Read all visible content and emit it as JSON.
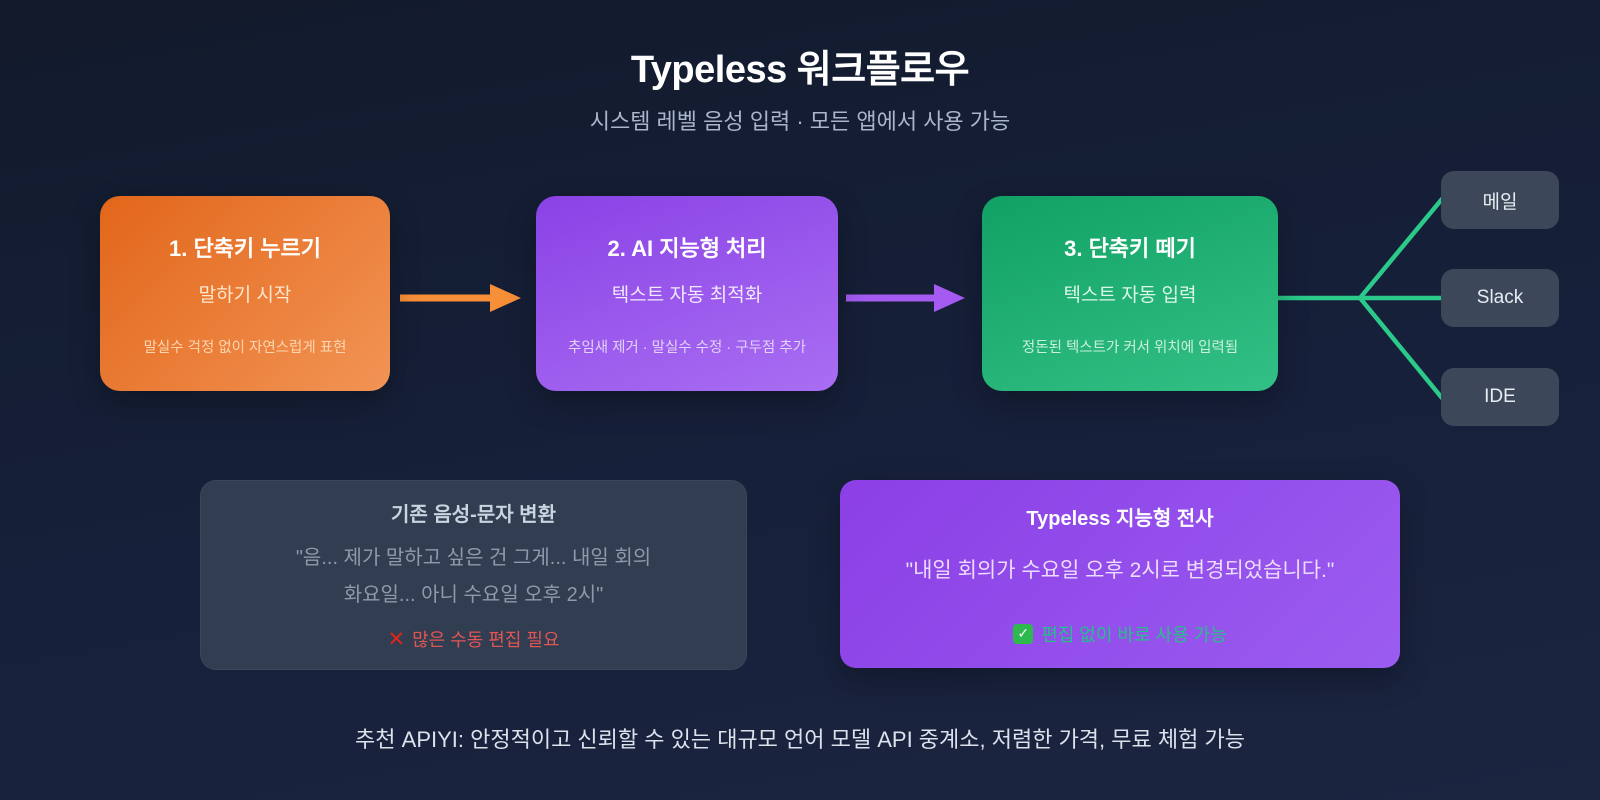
{
  "header": {
    "title": "Typeless 워크플로우",
    "subtitle": "시스템 레벨 음성 입력 · 모든 앱에서 사용 가능"
  },
  "steps": [
    {
      "title": "1. 단축키 누르기",
      "subtitle": "말하기 시작",
      "note": "말실수 걱정 없이 자연스럽게 표현",
      "color_from": "#e2661a",
      "color_to": "#f29455"
    },
    {
      "title": "2. AI 지능형 처리",
      "subtitle": "텍스트 자동 최적화",
      "note": "추임새 제거 · 말실수 수정 · 구두점 추가",
      "color_from": "#8a42e6",
      "color_to": "#a96ef2"
    },
    {
      "title": "3. 단축키 떼기",
      "subtitle": "텍스트 자동 입력",
      "note": "정돈된 텍스트가 커서 위치에 입력됨",
      "color_from": "#11a164",
      "color_to": "#33c086"
    }
  ],
  "arrows": {
    "step1_to_step2_color": "#f78f38",
    "step2_to_step3_color": "#a55bf2",
    "fanout_color": "#2bca8a"
  },
  "outputs": [
    {
      "label": "메일"
    },
    {
      "label": "Slack"
    },
    {
      "label": "IDE"
    }
  ],
  "comparison": {
    "legacy": {
      "title": "기존 음성-문자 변환",
      "quote_lines": [
        "\"음... 제가 말하고 싶은 건 그게... 내일 회의",
        "화요일... 아니 수요일 오후 2시\""
      ],
      "status_text": "많은 수동 편집 필요",
      "status_color": "#e25555"
    },
    "typeless": {
      "title": "Typeless 지능형 전사",
      "quote": "\"내일 회의가 수요일 오후 2시로 변경되었습니다.\"",
      "status_text": "편집 없이 바로 사용 가능",
      "status_color": "#25c08a"
    }
  },
  "footer": {
    "note": "추천 APIYI: 안정적이고 신뢰할 수 있는 대규모 언어 모델 API 중계소, 저렴한 가격, 무료 체험 가능"
  },
  "icons": {
    "cross_glyph": "✕",
    "check_glyph": "✓"
  },
  "colors": {
    "background_top": "#121a2b",
    "background_bottom": "#1b2540",
    "output_box": "#3c4859",
    "legacy_card": "#313d50",
    "typeless_card_from": "#8b3fe6",
    "typeless_card_to": "#9b5cf0"
  }
}
